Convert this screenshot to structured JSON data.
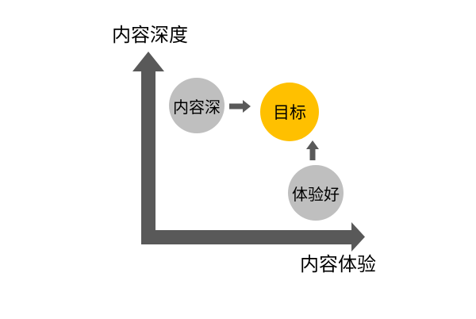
{
  "colors": {
    "axis": "#595959",
    "node_gray": "#BFBFBF",
    "node_accent": "#FFC000",
    "text": "#000000",
    "background": "#FFFFFF"
  },
  "diagram": {
    "y_axis_label": "内容深度",
    "x_axis_label": "内容体验",
    "nodes": [
      {
        "id": "content-depth",
        "label": "内容深",
        "color": "gray"
      },
      {
        "id": "goal",
        "label": "目标",
        "color": "accent"
      },
      {
        "id": "experience",
        "label": "体验好",
        "color": "gray"
      }
    ],
    "arrows": [
      {
        "from": "content-depth",
        "to": "goal",
        "direction": "right"
      },
      {
        "from": "experience",
        "to": "goal",
        "direction": "up"
      }
    ]
  }
}
